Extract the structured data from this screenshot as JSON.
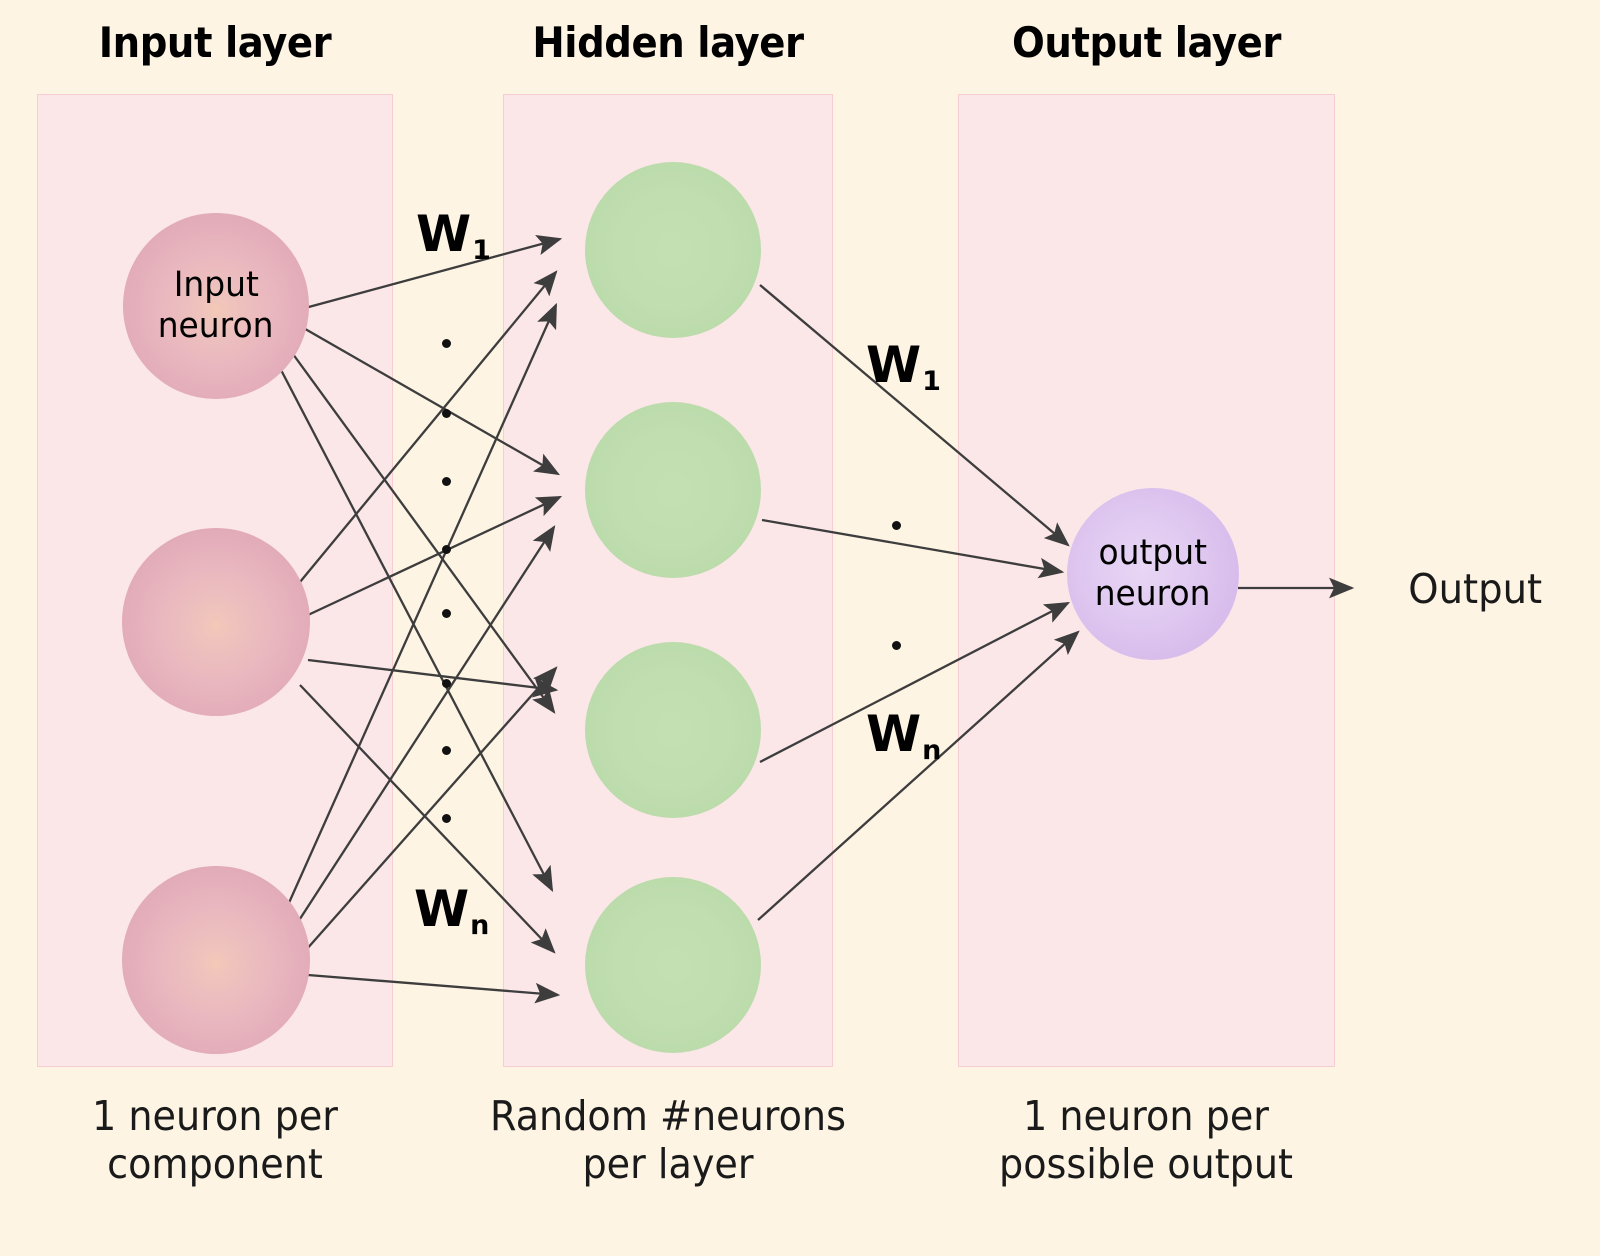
{
  "diagram": {
    "title": "Neural network architecture diagram",
    "background_color": "#fdf4e4",
    "panel_color": "#fbe6e8",
    "panel_border_color": "#f7cdd4",
    "edge_color": "#3d3d3d"
  },
  "layers": {
    "input": {
      "title": "Input layer",
      "caption_line1": "1 neuron per",
      "caption_line2": "component",
      "neuron_color": "#e3adb9",
      "neurons": [
        {
          "label_line1": "Input",
          "label_line2": "neuron"
        },
        {
          "label_line1": "",
          "label_line2": ""
        },
        {
          "label_line1": "",
          "label_line2": ""
        }
      ]
    },
    "hidden": {
      "title": "Hidden layer",
      "caption_line1": "Random #neurons",
      "caption_line2": "per layer",
      "neuron_color": "#bedcab",
      "neurons": [
        {
          "label": ""
        },
        {
          "label": ""
        },
        {
          "label": ""
        },
        {
          "label": ""
        }
      ]
    },
    "output": {
      "title": "Output layer",
      "caption_line1": "1 neuron per",
      "caption_line2": "possible output",
      "neuron_color": "#d8bdec",
      "neurons": [
        {
          "label_line1": "output",
          "label_line2": "neuron"
        }
      ]
    }
  },
  "weights": {
    "input_to_hidden_first": {
      "symbol": "W",
      "subscript": "1"
    },
    "input_to_hidden_last": {
      "symbol": "W",
      "subscript": "n"
    },
    "hidden_to_output_first": {
      "symbol": "W",
      "subscript": "1"
    },
    "hidden_to_output_last": {
      "symbol": "W",
      "subscript": "n"
    }
  },
  "output_signal": {
    "label": "Output"
  },
  "ellipsis": {
    "input_hidden_dot_count": 8,
    "hidden_output_dot_count": 2
  }
}
